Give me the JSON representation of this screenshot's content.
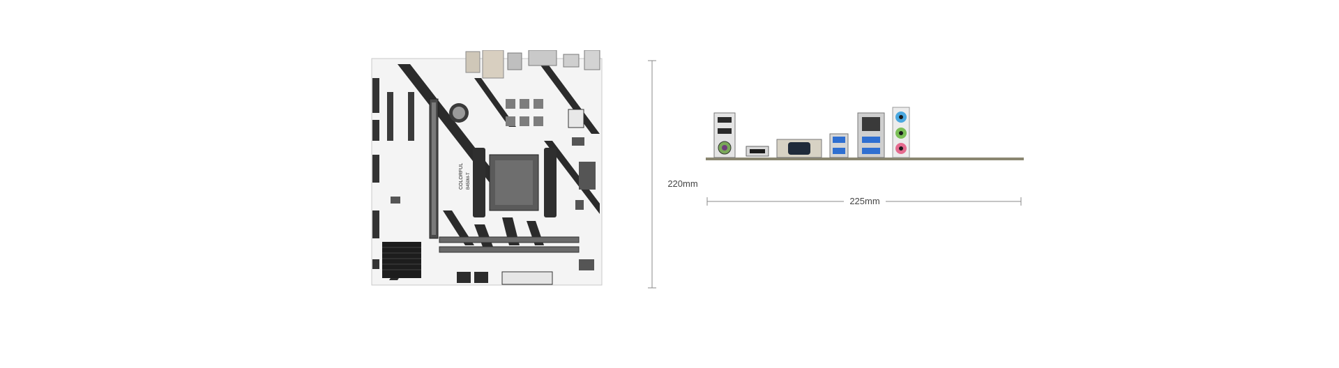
{
  "dimensions": {
    "height_label": "220mm",
    "width_label": "225mm"
  },
  "board": {
    "brand_text": "COLORFUL",
    "model_text": "B450M-T"
  },
  "icons": [
    "motherboard-image",
    "io-panel-image",
    "dimension-line-icon"
  ],
  "colors": {
    "board_pcb": "#f2f2f2",
    "accent_dark": "#2c2c2c",
    "usb3_blue": "#2f6fd1",
    "audio_blue": "#4aa8e0",
    "audio_green": "#7bbf57",
    "audio_pink": "#e56b8f"
  }
}
